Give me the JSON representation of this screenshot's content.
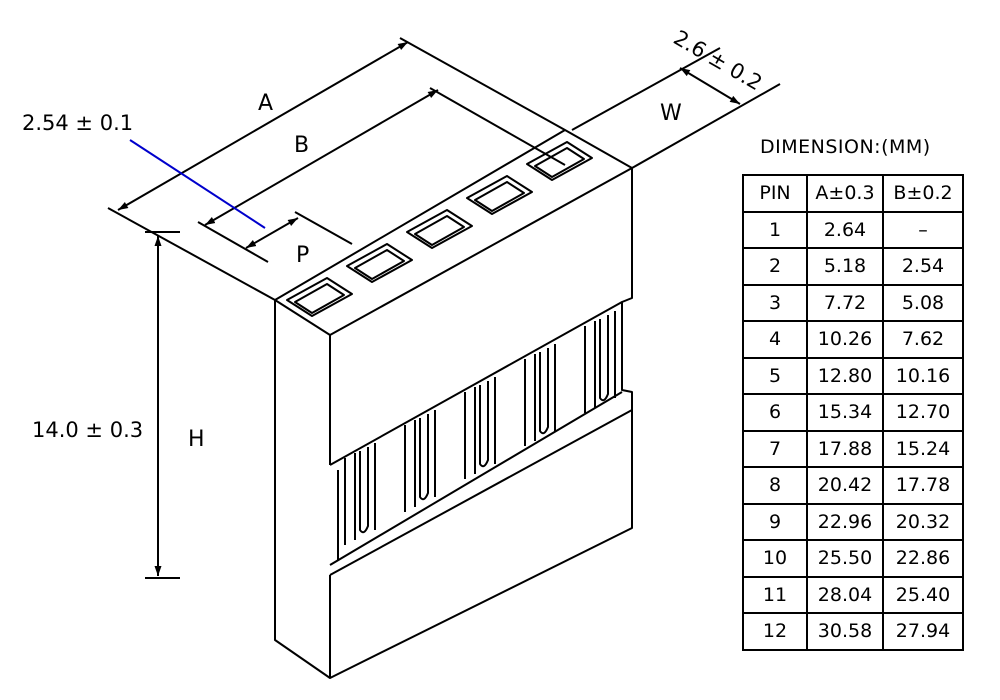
{
  "labels": {
    "dim_A": "A",
    "dim_B": "B",
    "dim_P": "P",
    "dim_W": "W",
    "dim_H": "H",
    "pitch_tol": "2.54 ± 0.1",
    "width_tol": "2.6 ± 0.2",
    "height_tol": "14.0 ± 0.3"
  },
  "table": {
    "title": "DIMENSION:(MM)",
    "headers": [
      "PIN",
      "A±0.3",
      "B±0.2"
    ],
    "rows": [
      [
        "1",
        "2.64",
        "–"
      ],
      [
        "2",
        "5.18",
        "2.54"
      ],
      [
        "3",
        "7.72",
        "5.08"
      ],
      [
        "4",
        "10.26",
        "7.62"
      ],
      [
        "5",
        "12.80",
        "10.16"
      ],
      [
        "6",
        "15.34",
        "12.70"
      ],
      [
        "7",
        "17.88",
        "15.24"
      ],
      [
        "8",
        "20.42",
        "17.78"
      ],
      [
        "9",
        "22.96",
        "20.32"
      ],
      [
        "10",
        "25.50",
        "22.86"
      ],
      [
        "11",
        "28.04",
        "25.40"
      ],
      [
        "12",
        "30.58",
        "27.94"
      ]
    ]
  },
  "colors": {
    "line": "#000000",
    "leader": "#0000cc"
  }
}
